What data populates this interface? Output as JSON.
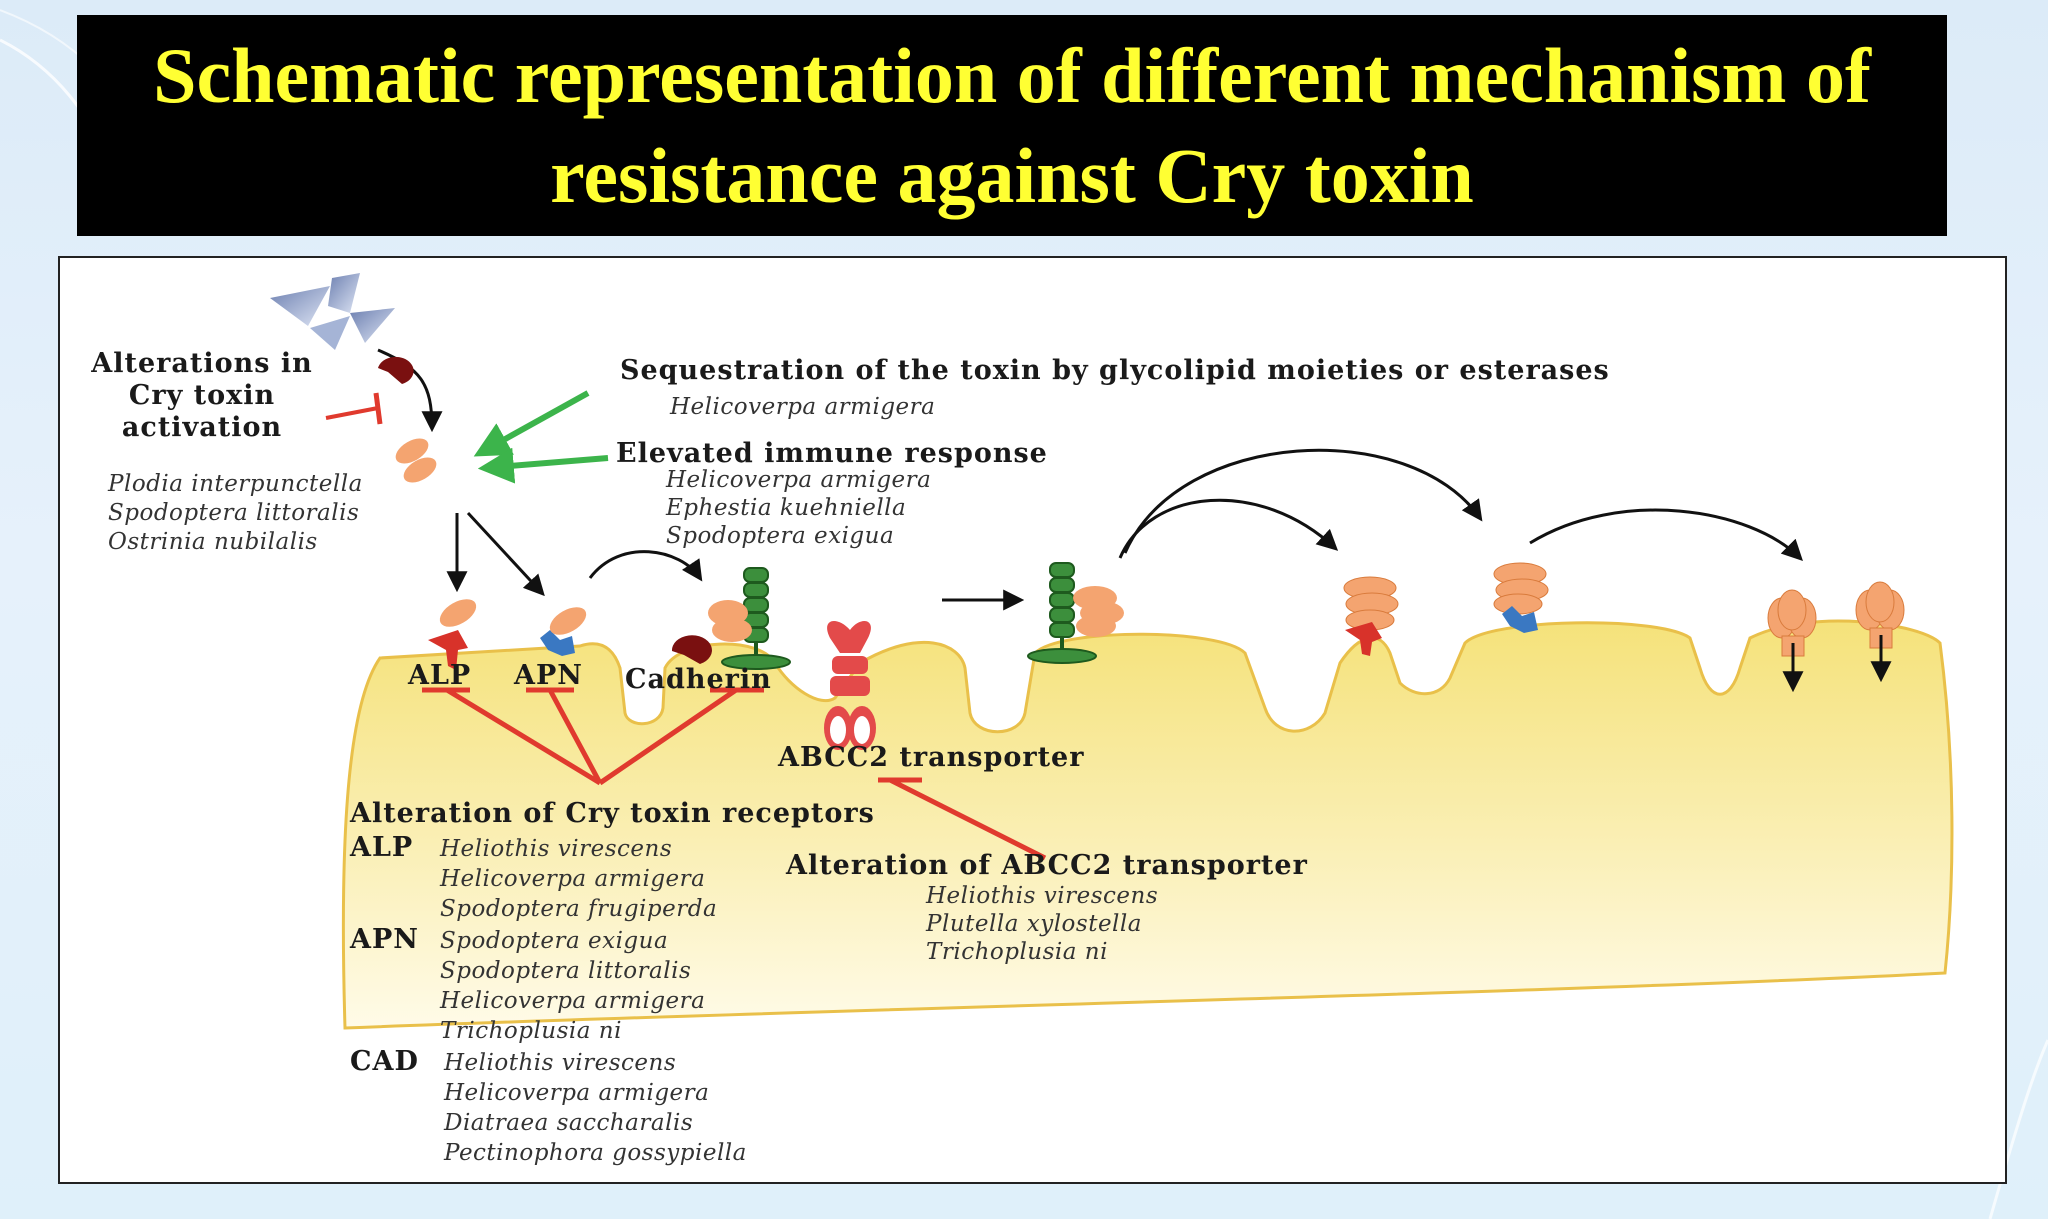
{
  "slide": {
    "title": "Schematic representation of different mechanism of resistance against Cry toxin"
  },
  "diagram": {
    "activation": {
      "heading": "Alterations in Cry toxin activation",
      "heading_lines": [
        "Alterations in",
        "Cry toxin",
        "activation"
      ],
      "species": [
        "Plodia interpunctella",
        "Spodoptera littoralis",
        "Ostrinia nubilalis"
      ]
    },
    "sequestration": {
      "heading": "Sequestration of the toxin by glycolipid moieties or esterases",
      "species": [
        "Helicoverpa armigera"
      ]
    },
    "immune": {
      "heading": "Elevated immune response",
      "species": [
        "Helicoverpa armigera",
        "Ephestia kuehniella",
        "Spodoptera exigua"
      ]
    },
    "receptors": {
      "alp": "ALP",
      "apn": "APN",
      "cadherin": "Cadherin",
      "abcc2": "ABCC2 transporter"
    },
    "receptor_alteration": {
      "heading": "Alteration of Cry toxin receptors",
      "groups": [
        {
          "code": "ALP",
          "species": [
            "Heliothis virescens",
            "Helicoverpa armigera",
            "Spodoptera frugiperda"
          ]
        },
        {
          "code": "APN",
          "species": [
            "Spodoptera exigua",
            "Spodoptera littoralis",
            "Helicoverpa armigera",
            "Trichoplusia ni"
          ]
        },
        {
          "code": "CAD",
          "species": [
            "Heliothis virescens",
            "Helicoverpa armigera",
            "Diatraea saccharalis",
            "Pectinophora gossypiella"
          ]
        }
      ]
    },
    "abcc2_alteration": {
      "heading": "Alteration of ABCC2 transporter",
      "species": [
        "Heliothis virescens",
        "Plutella xylostella",
        "Trichoplusia ni"
      ]
    },
    "colors": {
      "inhibit": "#e03a2e",
      "enhance": "#3cb44b",
      "toxin": "#f4a470",
      "membrane": "#f3dc74",
      "cadherin": "#3c8f3c",
      "alp_receptor": "#d8322a",
      "apn_receptor": "#3a78c2"
    }
  }
}
